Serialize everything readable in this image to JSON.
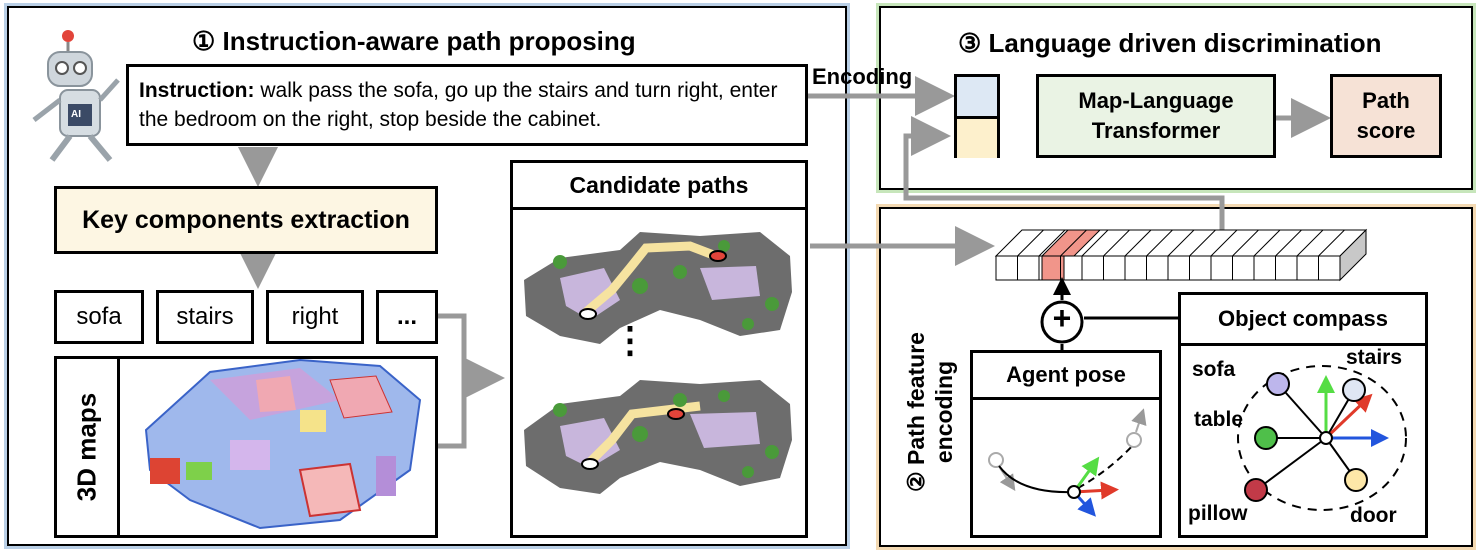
{
  "section1": {
    "title": "① Instruction-aware path proposing",
    "instruction_label": "Instruction:",
    "instruction_text": "walk pass the sofa, go up the stairs and turn right, enter the bedroom on the right, stop beside the cabinet.",
    "robot_chip": "AI",
    "key_extraction": "Key components extraction",
    "components": [
      "sofa",
      "stairs",
      "right",
      "..."
    ],
    "maps_label": "3D maps",
    "candidate_title": "Candidate paths",
    "ellipsis_vertical": "⋮"
  },
  "section3": {
    "title": "③ Language driven discrimination",
    "encoding_label": "Encoding",
    "transformer": "Map-Language Transformer",
    "score": "Path score"
  },
  "section2": {
    "title_line1": "② Path feature",
    "title_line2": "encoding",
    "plus_symbol": "+",
    "agent_pose": "Agent pose",
    "object_compass": "Object compass",
    "compass_objects": [
      "sofa",
      "stairs",
      "table",
      "pillow",
      "door"
    ]
  },
  "colors": {
    "blue_panel": "#b9cfe6",
    "green_panel": "#c7e6bb",
    "orange_panel": "#f3d9b2",
    "key_fill": "#fdf6e3",
    "transformer_fill": "#eaf3e4",
    "score_fill": "#f6e2d6",
    "token_blue": "#dde8f4",
    "token_yellow": "#fdf0cc",
    "highlight": "#f1958a",
    "arrow_gray": "#999999"
  }
}
